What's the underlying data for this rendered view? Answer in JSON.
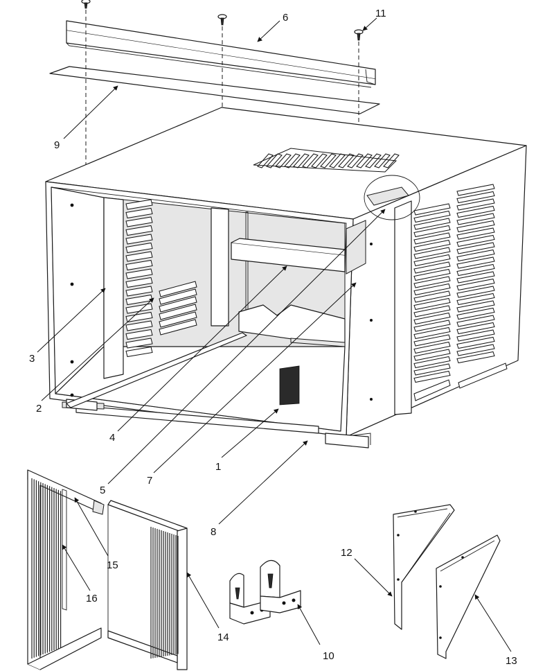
{
  "callouts": [
    {
      "id": "c1",
      "label": "1"
    },
    {
      "id": "c2",
      "label": "2"
    },
    {
      "id": "c3",
      "label": "3"
    },
    {
      "id": "c4",
      "label": "4"
    },
    {
      "id": "c5",
      "label": "5"
    },
    {
      "id": "c6",
      "label": "6"
    },
    {
      "id": "c7",
      "label": "7"
    },
    {
      "id": "c8",
      "label": "8"
    },
    {
      "id": "c9",
      "label": "9"
    },
    {
      "id": "c10",
      "label": "10"
    },
    {
      "id": "c11",
      "label": "11"
    },
    {
      "id": "c12",
      "label": "12"
    },
    {
      "id": "c13",
      "label": "13"
    },
    {
      "id": "c14",
      "label": "14"
    },
    {
      "id": "c15",
      "label": "15"
    },
    {
      "id": "c16",
      "label": "16"
    }
  ]
}
